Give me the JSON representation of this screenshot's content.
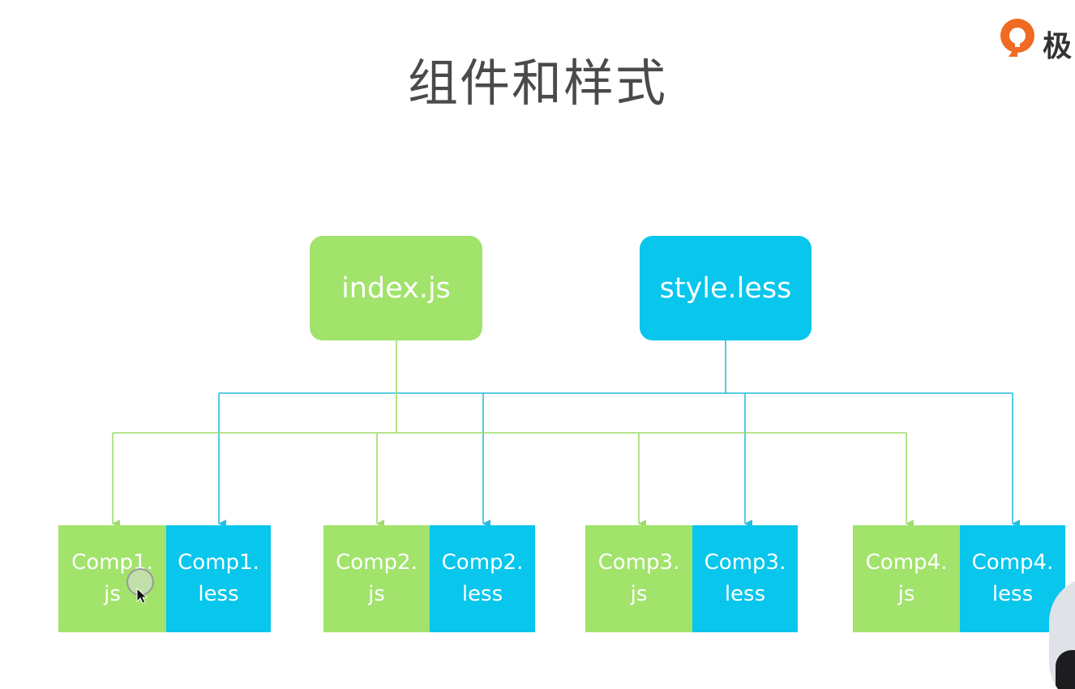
{
  "title": "组件和样式",
  "logo": {
    "icon": "jike-logo-mark",
    "text": "极"
  },
  "colors": {
    "js": "#a1e36b",
    "less": "#08c6ec",
    "js_line": "#9edc6a",
    "less_line": "#27bde0"
  },
  "roots": {
    "js": "index.js",
    "less": "style.less"
  },
  "components": [
    {
      "js": "Comp1.\njs",
      "less": "Comp1.\nless"
    },
    {
      "js": "Comp2.\njs",
      "less": "Comp2.\nless"
    },
    {
      "js": "Comp3.\njs",
      "less": "Comp3.\nless"
    },
    {
      "js": "Comp4.\njs",
      "less": "Comp4.\nless"
    }
  ]
}
